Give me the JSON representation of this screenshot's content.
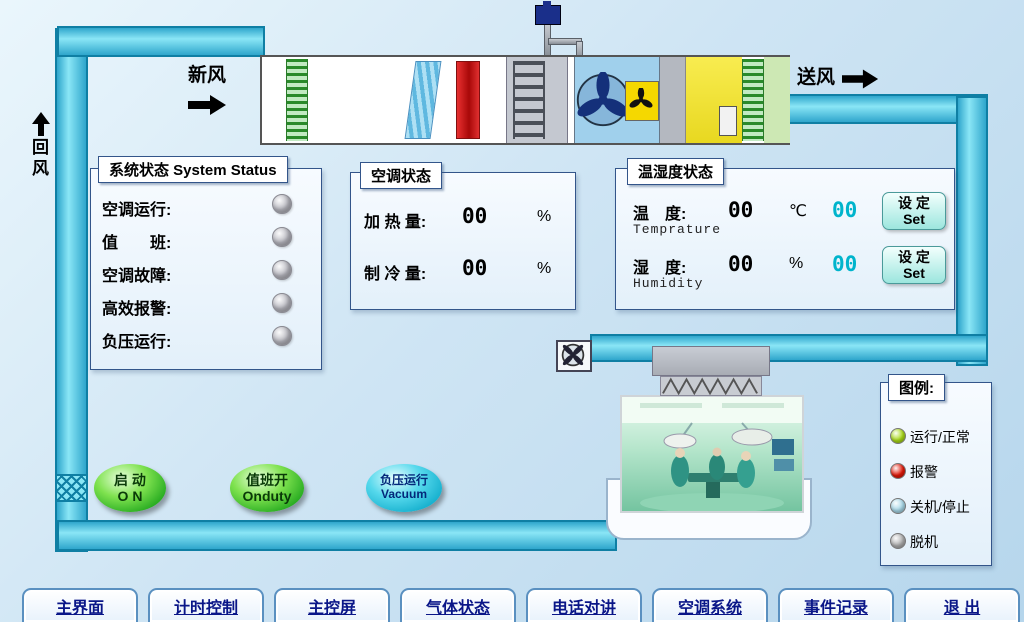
{
  "colors": {
    "duct": "#45c6e6",
    "led_off": "#b8b8c0",
    "setpoint_text": "#00b4cc"
  },
  "flow_labels": {
    "fresh": "新风",
    "supply": "送风",
    "return": "回风"
  },
  "system_status": {
    "title": "系统状态 System Status",
    "items": [
      {
        "label": "空调运行:"
      },
      {
        "label": "值　　班:"
      },
      {
        "label": "空调故障:"
      },
      {
        "label": "高效报警:"
      },
      {
        "label": "负压运行:"
      }
    ]
  },
  "ac_status": {
    "title": "空调状态",
    "rows": [
      {
        "label": "加 热 量:",
        "value": "00",
        "unit": "%"
      },
      {
        "label": "制 冷 量:",
        "value": "00",
        "unit": "%"
      }
    ]
  },
  "temp_humidity": {
    "title": "温湿度状态",
    "rows": [
      {
        "label": "温　度:",
        "sublabel": "Temprature",
        "value": "00",
        "unit": "℃",
        "setpoint": "00",
        "button_cn": "设 定",
        "button_en": "Set"
      },
      {
        "label": "湿　度:",
        "sublabel": "Humidity",
        "value": "00",
        "unit": "%",
        "setpoint": "00",
        "button_cn": "设 定",
        "button_en": "Set"
      }
    ]
  },
  "legend": {
    "title": "图例:",
    "items": [
      {
        "label": "运行/正常",
        "color": "#a8d818"
      },
      {
        "label": "报警",
        "color": "#e01808"
      },
      {
        "label": "关机/停止",
        "color": "#a8d8e8"
      },
      {
        "label": "脱机",
        "color": "#b0b0b0"
      }
    ]
  },
  "controls": [
    {
      "cn": "启 动",
      "en": "O N"
    },
    {
      "cn": "值班开",
      "en": "Onduty"
    },
    {
      "cn": "负压运行",
      "en": "Vacuum"
    }
  ],
  "nav": {
    "items": [
      {
        "label": "主界面"
      },
      {
        "label": "计时控制"
      },
      {
        "label": "主控屏"
      },
      {
        "label": "气体状态"
      },
      {
        "label": "电话对讲"
      },
      {
        "label": "空调系统"
      },
      {
        "label": "事件记录"
      },
      {
        "label": "退 出"
      }
    ]
  }
}
